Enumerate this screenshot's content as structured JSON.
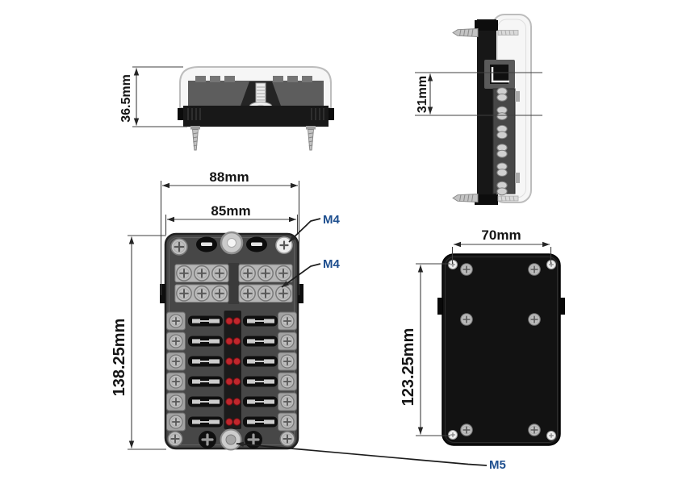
{
  "drawing": {
    "title": "12-way fuse box dimension drawing",
    "front_view": {
      "height_label": "36.5mm"
    },
    "side_view": {
      "span_label": "31mm"
    },
    "top_view": {
      "overall_width_label": "88mm",
      "body_width_label": "85mm",
      "overall_height_label": "138.25mm",
      "cover_screw_label": "M4",
      "terminal_screw_label": "M4",
      "stud_label": "M5"
    },
    "back_view": {
      "mount_width_label": "70mm",
      "mount_height_label": "123.25mm"
    }
  },
  "layout_counts": {
    "fuse_rows": 6,
    "leds_per_row": 2,
    "terminal_rows": 2,
    "terminal_screws_per_block": 3,
    "clip_bumps": 6
  },
  "colors": {
    "accent_label": "#1e4f8f",
    "led_red": "#c1272d",
    "plastic_dark": "#474747",
    "plastic_black": "#161616",
    "metal_gray": "#bfbfbf",
    "dimension_line": "#3f3f3f"
  }
}
